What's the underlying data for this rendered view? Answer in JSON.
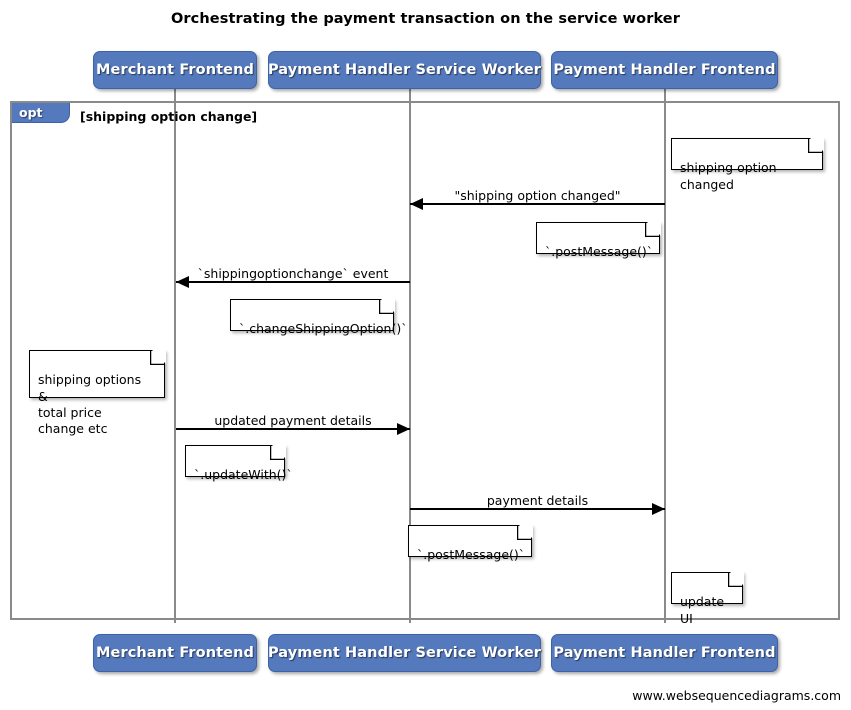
{
  "title": "Orchestrating the payment transaction on the service worker",
  "credit": "www.websequencediagrams.com",
  "colors": {
    "participant_fill": "#5479BD",
    "participant_text": "#FFFFFF",
    "lifeline": "#8A8A8A",
    "frame_border": "#8A8A8A",
    "arrow": "#000000",
    "note_fill": "#FFFFFF",
    "note_border": "#000000",
    "background": "#FFFFFF"
  },
  "participants": [
    {
      "id": "merchant-frontend",
      "label": "Merchant Frontend"
    },
    {
      "id": "payment-handler-service-worker",
      "label": "Payment Handler Service Worker"
    },
    {
      "id": "payment-handler-frontend",
      "label": "Payment Handler Frontend"
    }
  ],
  "participants_bottom": [
    {
      "id": "merchant-frontend",
      "label": "Merchant Frontend"
    },
    {
      "id": "payment-handler-service-worker",
      "label": "Payment Handler Service Worker"
    },
    {
      "id": "payment-handler-frontend",
      "label": "Payment Handler Frontend"
    }
  ],
  "fragment": {
    "type": "opt",
    "tag_label": "opt",
    "guard": "[shipping option change]"
  },
  "messages": [
    {
      "id": "msg-shipping-option-changed",
      "label": "\"shipping option changed\"",
      "from": "payment-handler-frontend",
      "to": "payment-handler-service-worker",
      "direction": "left"
    },
    {
      "id": "msg-shippingoptionchange-event",
      "label": "`shippingoptionchange` event",
      "from": "payment-handler-service-worker",
      "to": "merchant-frontend",
      "direction": "left"
    },
    {
      "id": "msg-updated-payment-details",
      "label": "updated payment details",
      "from": "merchant-frontend",
      "to": "payment-handler-service-worker",
      "direction": "right"
    },
    {
      "id": "msg-payment-details",
      "label": "payment details",
      "from": "payment-handler-service-worker",
      "to": "payment-handler-frontend",
      "direction": "right"
    }
  ],
  "notes": [
    {
      "id": "note-shipping-option-changed",
      "text": "shipping option changed",
      "on": "payment-handler-frontend"
    },
    {
      "id": "note-post-message-1",
      "text": "`.postMessage()`",
      "on": "payment-handler-service-worker"
    },
    {
      "id": "note-change-shipping-option",
      "text": "`.changeShippingOption()`",
      "on": "payment-handler-service-worker"
    },
    {
      "id": "note-shipping-options-total-price",
      "text": "shipping options &\ntotal price change etc",
      "on": "merchant-frontend"
    },
    {
      "id": "note-update-with",
      "text": "`.updateWith()`",
      "on": "merchant-frontend"
    },
    {
      "id": "note-post-message-2",
      "text": "`.postMessage()`",
      "on": "payment-handler-service-worker"
    },
    {
      "id": "note-update-ui",
      "text": "update UI",
      "on": "payment-handler-frontend"
    }
  ]
}
